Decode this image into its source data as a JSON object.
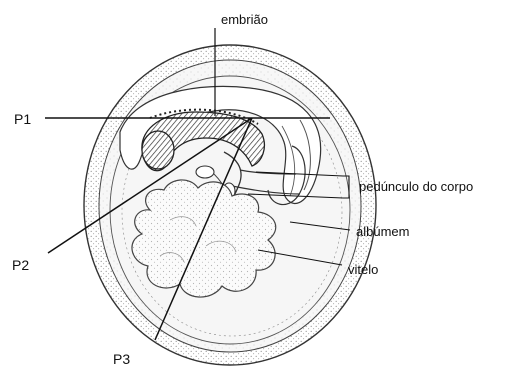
{
  "labels": {
    "embryo": "embrião",
    "p1": "P1",
    "p2": "P2",
    "p3": "P3",
    "body_stalk": "pedúnculo do corpo",
    "albumen": "albúmem",
    "yolk": "vitelo"
  },
  "colors": {
    "ink": "#222222",
    "shell_stipple": "#bdbdbd",
    "inner_wash": "#f4f4f4",
    "yolk_stipple": "#c7c7c7"
  }
}
